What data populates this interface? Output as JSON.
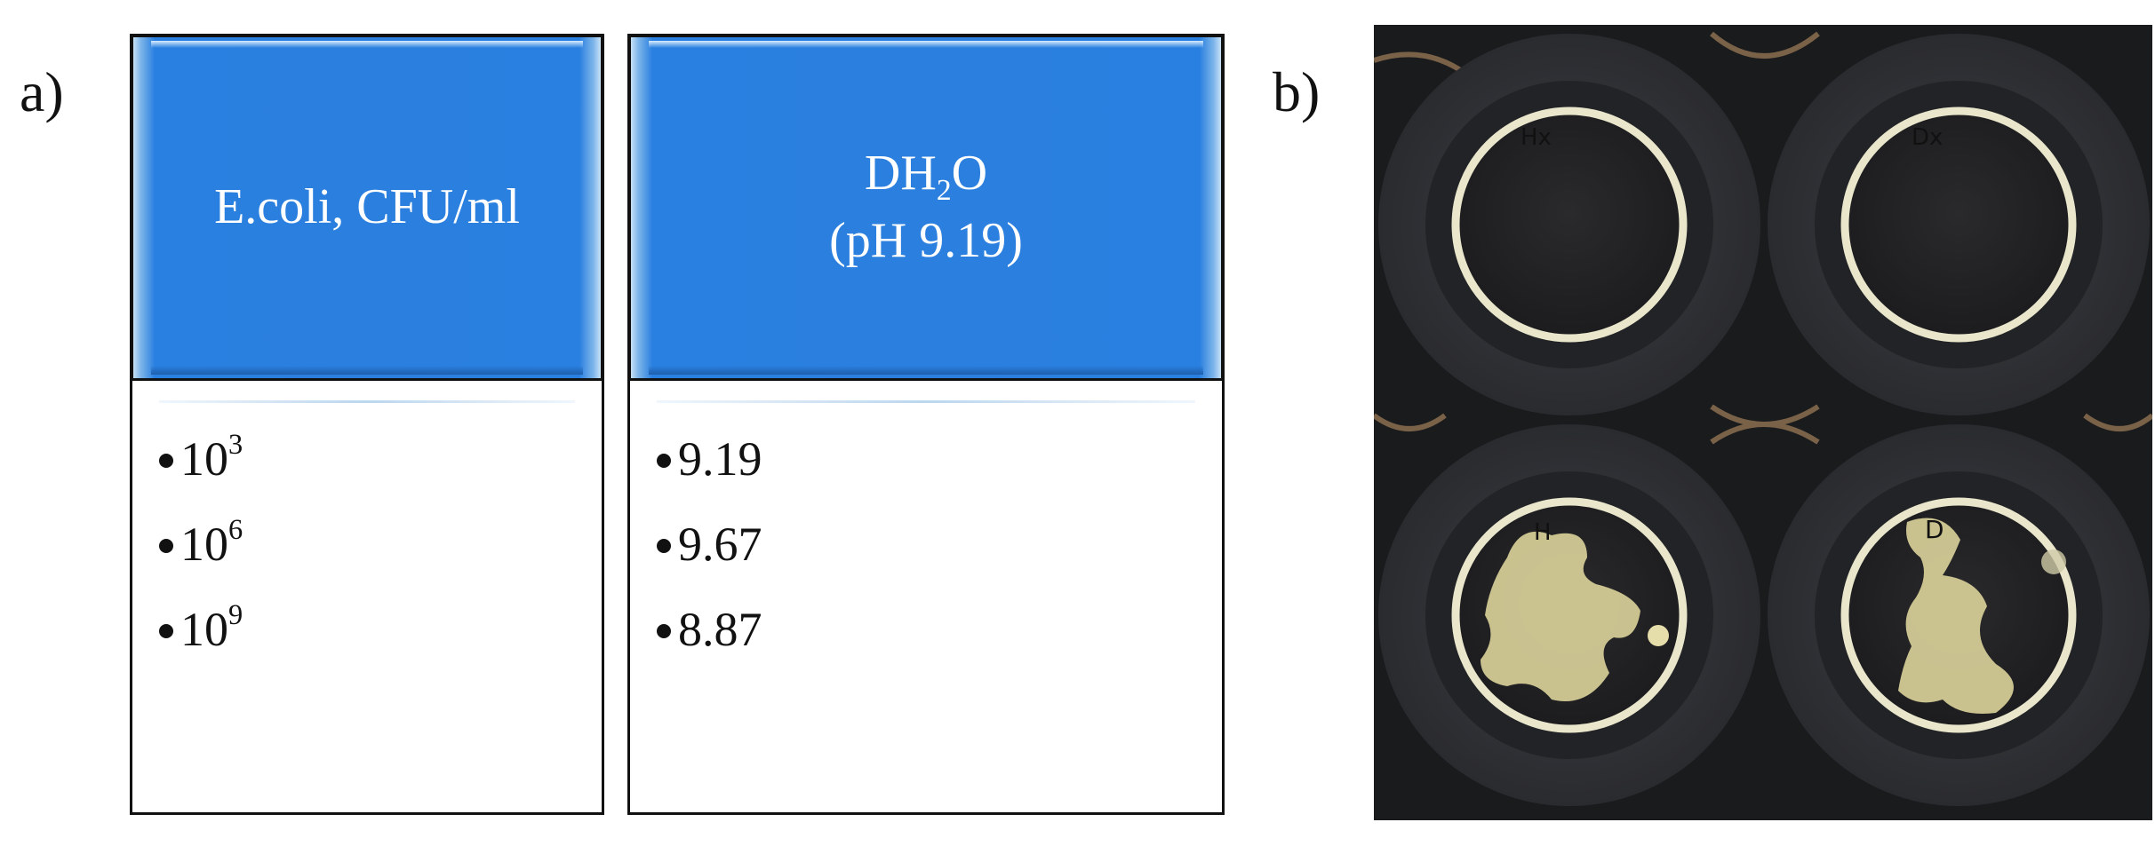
{
  "panel_labels": {
    "a": "a)",
    "b": "b)"
  },
  "left_card": {
    "header_line": "E.coli, CFU/ml",
    "items": [
      {
        "base": "10",
        "exp": "3"
      },
      {
        "base": "10",
        "exp": "6"
      },
      {
        "base": "10",
        "exp": "9"
      }
    ]
  },
  "right_card": {
    "header": {
      "pre": "DH",
      "sub": "2",
      "post": "O",
      "line2": "(pH 9.19)"
    },
    "items": [
      "9.19",
      "9.67",
      "8.87"
    ]
  },
  "photo": {
    "plate_labels": [
      "Hx",
      "Dx",
      "H",
      "D"
    ],
    "colors": {
      "background": "#1a1b1d",
      "colony": "#d8cf98",
      "ring": "#e9e6cc"
    }
  }
}
